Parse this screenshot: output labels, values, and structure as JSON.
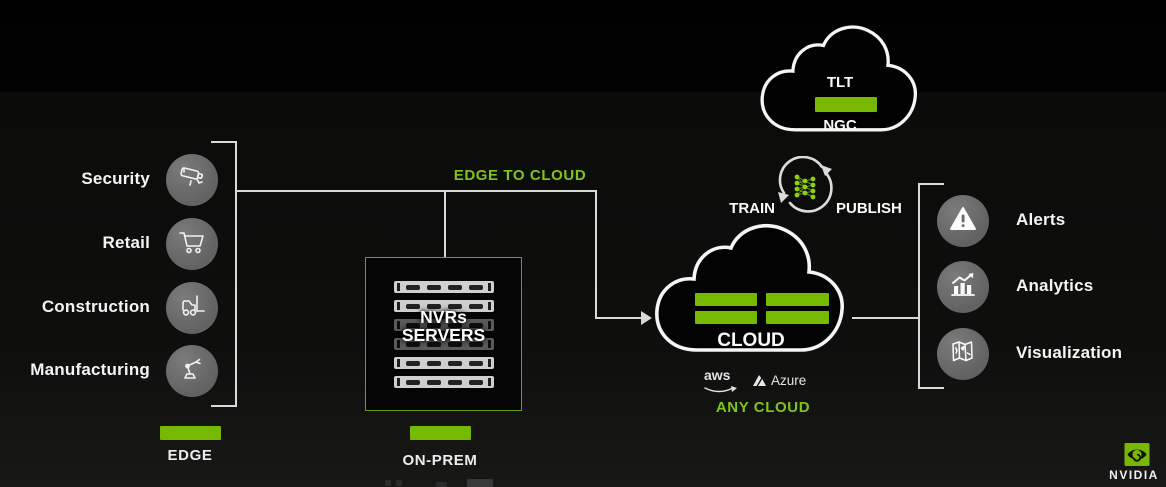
{
  "colors": {
    "nvidia_green": "#76b900",
    "green_text": "#80c41c",
    "line_gray": "#d9d9d9"
  },
  "industries": {
    "items": [
      {
        "label": "Security",
        "icon": "cctv-camera-icon"
      },
      {
        "label": "Retail",
        "icon": "shopping-cart-icon"
      },
      {
        "label": "Construction",
        "icon": "forklift-icon"
      },
      {
        "label": "Manufacturing",
        "icon": "robot-arm-icon"
      }
    ],
    "badge": "EDGE"
  },
  "onprem": {
    "line1": "NVRs",
    "line2": "SERVERS",
    "badge": "ON-PREM"
  },
  "flow_labels": {
    "edge_to_cloud": "EDGE TO CLOUD",
    "train": "TRAIN",
    "publish": "PUBLISH",
    "any_cloud": "ANY CLOUD"
  },
  "ngc_cloud": {
    "top": "TLT",
    "bottom": "NGC"
  },
  "main_cloud": {
    "label": "CLOUD"
  },
  "providers": {
    "aws": "aws",
    "azure": "Azure"
  },
  "outputs": {
    "items": [
      {
        "label": "Alerts",
        "icon": "warning-triangle-icon"
      },
      {
        "label": "Analytics",
        "icon": "analytics-chart-icon"
      },
      {
        "label": "Visualization",
        "icon": "map-visualization-icon"
      }
    ]
  },
  "branding": {
    "name": "NVIDIA"
  }
}
